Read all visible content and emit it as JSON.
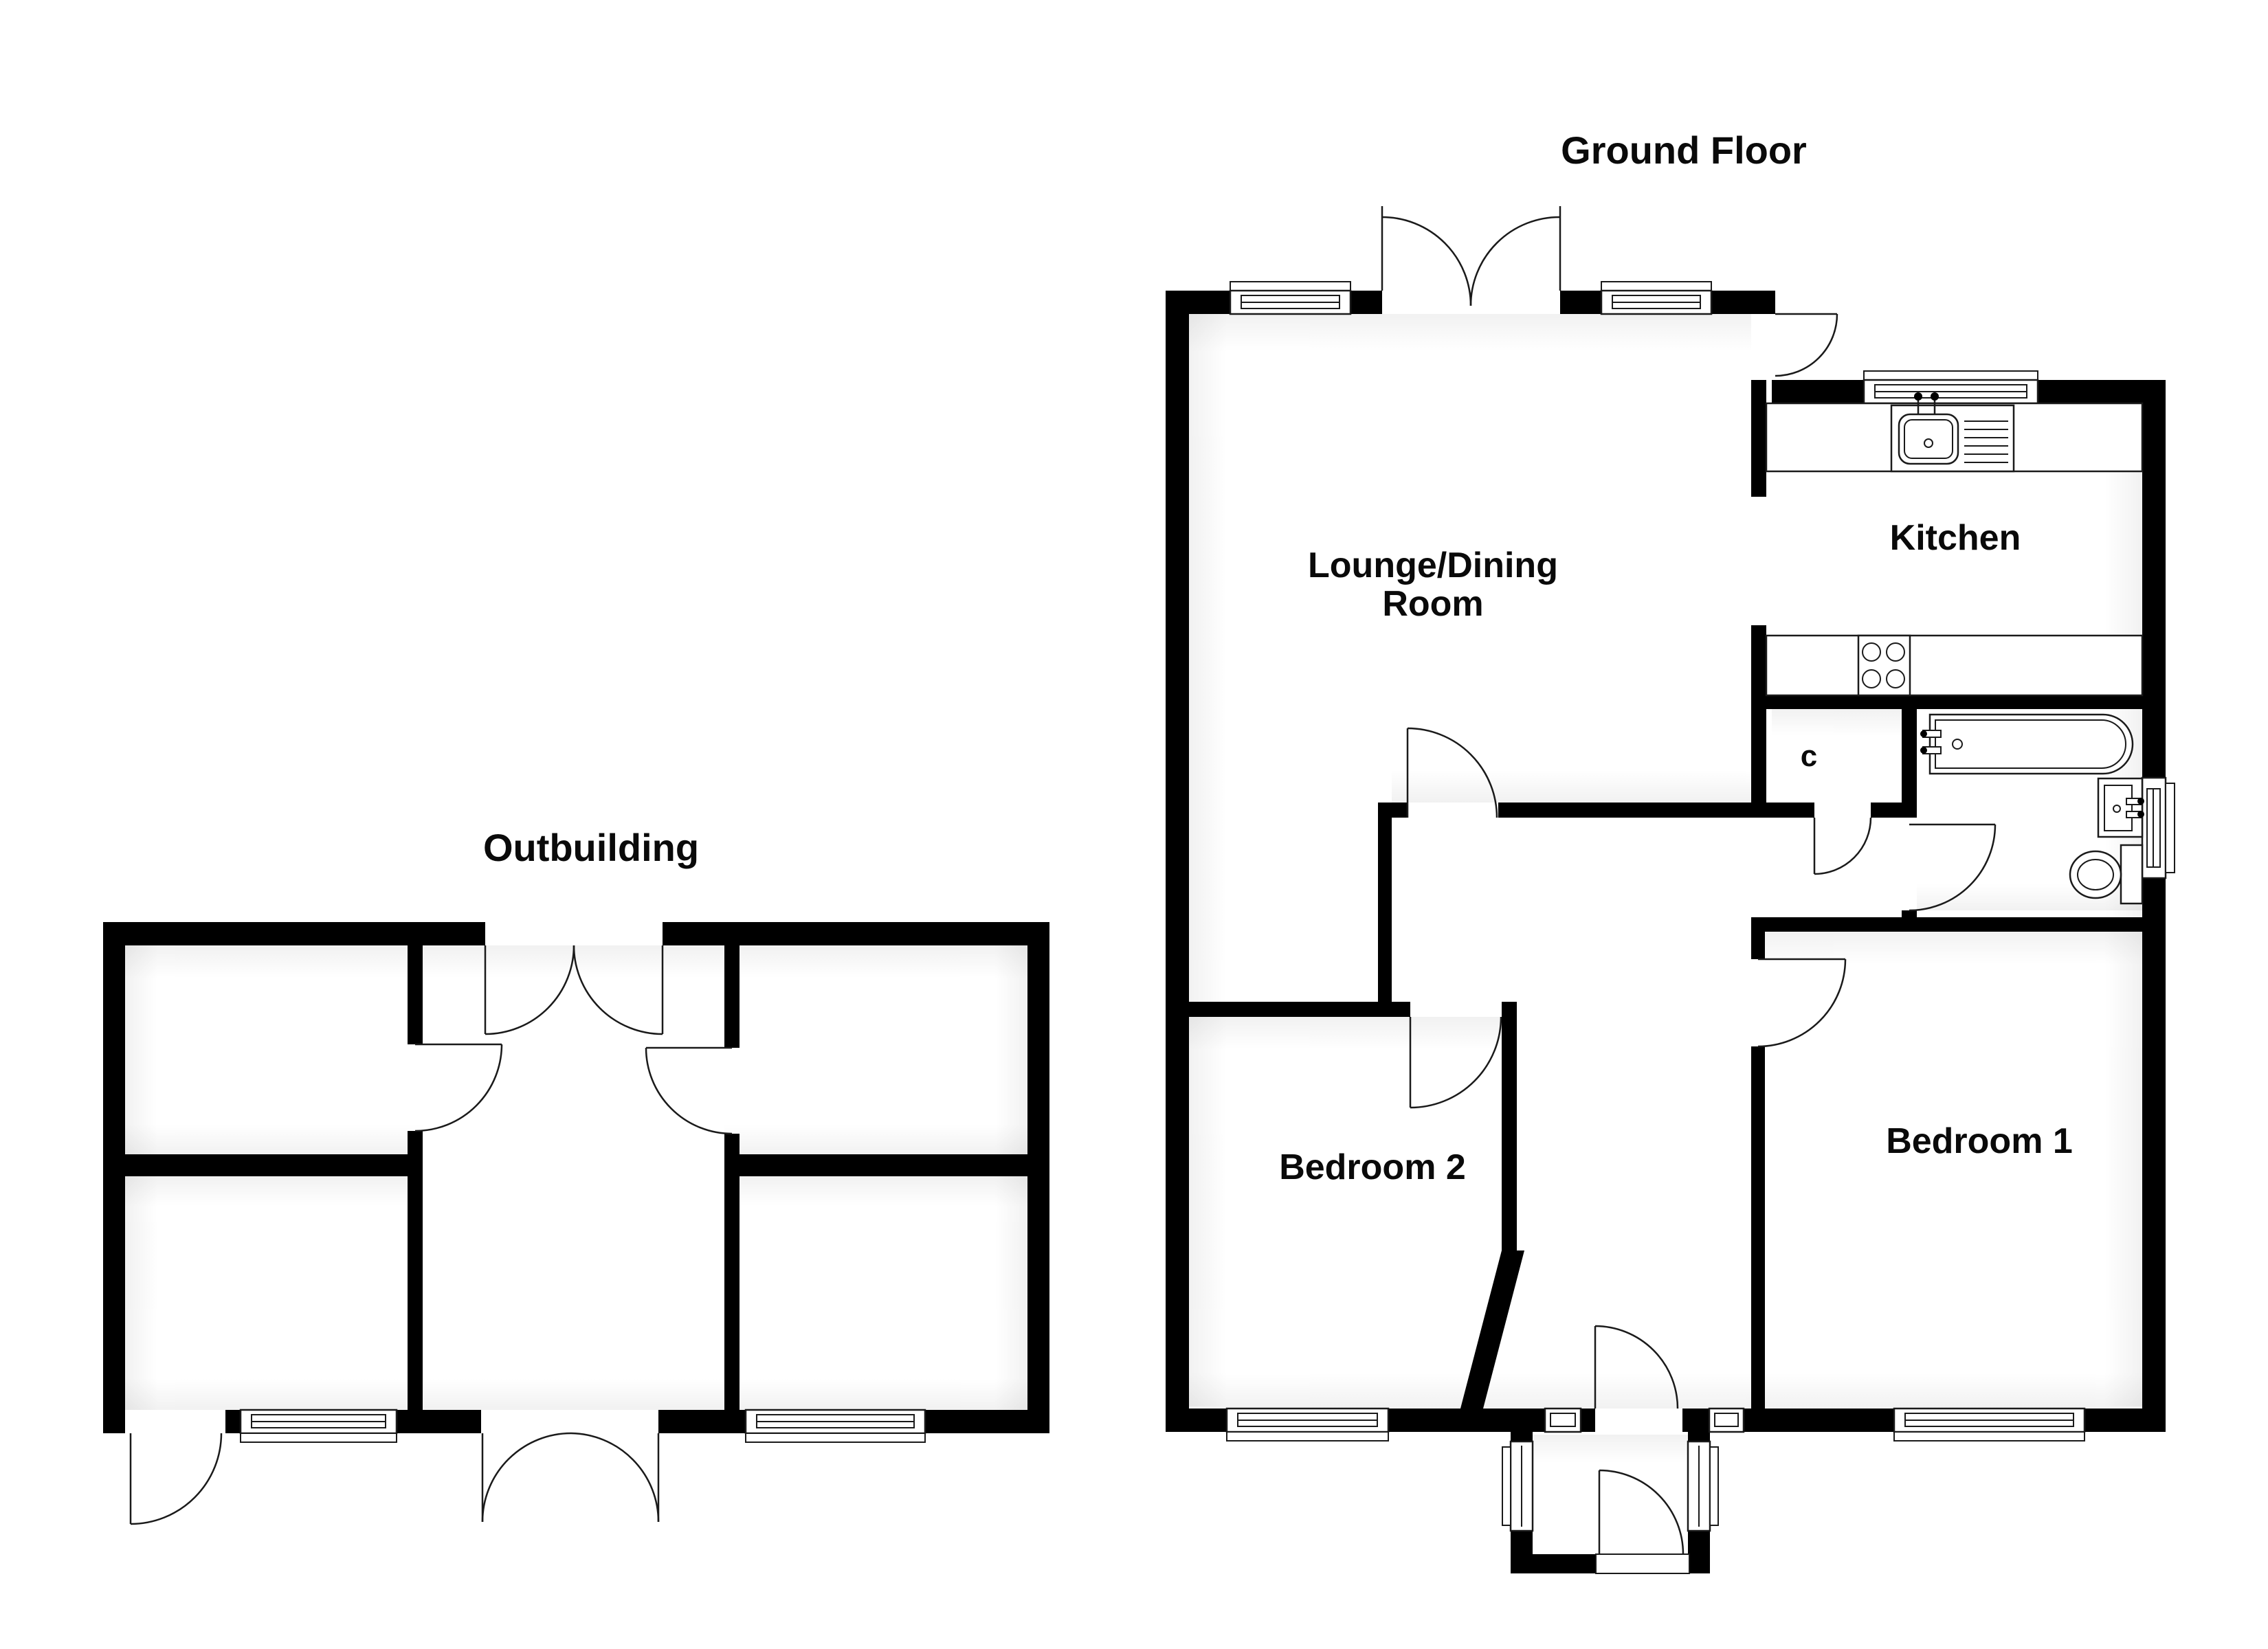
{
  "titles": {
    "ground_floor": "Ground Floor",
    "outbuilding": "Outbuilding"
  },
  "rooms": {
    "lounge": {
      "line1": "Lounge/Dining",
      "line2": "Room"
    },
    "kitchen": {
      "label": "Kitchen"
    },
    "bedroom1": {
      "label": "Bedroom 1"
    },
    "bedroom2": {
      "label": "Bedroom 2"
    },
    "closet": {
      "label": "c"
    }
  },
  "colors": {
    "background": "#ffffff",
    "walls": "#000000",
    "lines": "#1a1a1a",
    "shading": "rgba(0,0,0,0.09)"
  }
}
